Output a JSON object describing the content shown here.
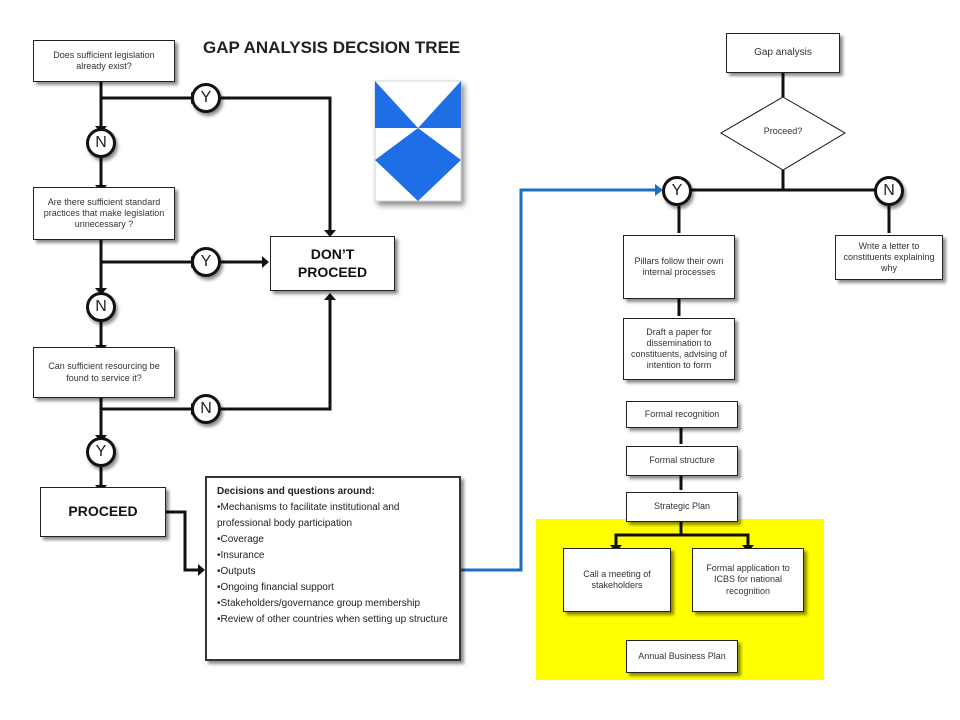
{
  "title": "GAP ANALYSIS DECSION TREE",
  "left": {
    "q1": "Does sufficient legislation already exist?",
    "q2": "Are there sufficient standard practices that make legislation unnecessary ?",
    "q3": "Can sufficient resourcing be found to service it?",
    "y1": "Y",
    "n1": "N",
    "y2": "Y",
    "n2": "N",
    "n3": "N",
    "y3": "Y",
    "dont_proceed": "DON’T PROCEED",
    "proceed": "PROCEED"
  },
  "details": {
    "heading": "Decisions and questions around:",
    "items": [
      "Mechanisms to facilitate institutional and professional body participation",
      "Coverage",
      "Insurance",
      "Outputs",
      "Ongoing financial support",
      "Stakeholders/governance group membership",
      "Review of other countries when setting up structure"
    ]
  },
  "right": {
    "gap_analysis": "Gap analysis",
    "proceed_q": "Proceed?",
    "y": "Y",
    "n": "N",
    "letter": "Write a letter to constituents explaining why",
    "pillars": "Pillars follow their own internal processes",
    "draft": "Draft a paper for dissemination to constituents, advising of intention to form",
    "formal_recognition": "Formal recognition",
    "formal_structure": "Formal structure",
    "strategic_plan": "Strategic Plan",
    "call_meeting": "Call a meeting of stakeholders",
    "formal_application": "Formal application to ICBS for national recognition",
    "annual_plan": "Annual Business Plan"
  },
  "colors": {
    "logo_blue": "#1e6fe6",
    "connector_blue": "#1a6fc0",
    "highlight_yellow": "#ffff00"
  }
}
